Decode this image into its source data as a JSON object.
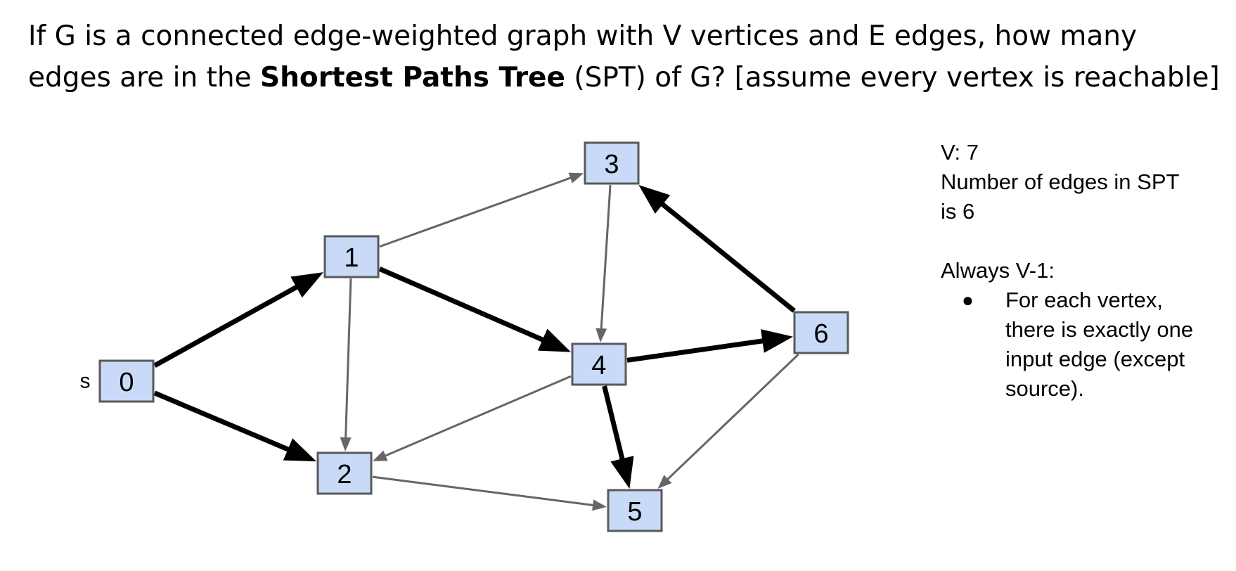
{
  "question": {
    "before": "If G is a connected edge-weighted graph with V vertices and E edges, how many edges are in the ",
    "bold": "Shortest Paths Tree",
    "after": " (SPT) of G? [assume every vertex is reachable]"
  },
  "graph": {
    "source_label": "s",
    "nodes": [
      {
        "id": "0",
        "label": "0"
      },
      {
        "id": "1",
        "label": "1"
      },
      {
        "id": "2",
        "label": "2"
      },
      {
        "id": "3",
        "label": "3"
      },
      {
        "id": "4",
        "label": "4"
      },
      {
        "id": "5",
        "label": "5"
      },
      {
        "id": "6",
        "label": "6"
      }
    ],
    "edges": [
      {
        "from": "0",
        "to": "1",
        "in_spt": true
      },
      {
        "from": "0",
        "to": "2",
        "in_spt": true
      },
      {
        "from": "1",
        "to": "3",
        "in_spt": false
      },
      {
        "from": "1",
        "to": "2",
        "in_spt": false
      },
      {
        "from": "1",
        "to": "4",
        "in_spt": true
      },
      {
        "from": "3",
        "to": "4",
        "in_spt": false
      },
      {
        "from": "4",
        "to": "2",
        "in_spt": false
      },
      {
        "from": "4",
        "to": "6",
        "in_spt": true
      },
      {
        "from": "4",
        "to": "5",
        "in_spt": true
      },
      {
        "from": "2",
        "to": "5",
        "in_spt": false
      },
      {
        "from": "6",
        "to": "3",
        "in_spt": true
      },
      {
        "from": "6",
        "to": "5",
        "in_spt": false
      }
    ],
    "colors": {
      "node_fill": "#c9daf8",
      "node_border": "#595959",
      "spt_edge": "#000000",
      "other_edge": "#666666"
    }
  },
  "notes": {
    "v_count": "V: 7",
    "edges_line1": "Number of edges in SPT",
    "edges_line2": "is 6",
    "always": "Always V-1:",
    "bullet_symbol": "●",
    "bullet_lines": [
      "For each vertex,",
      "there is exactly one",
      "input edge (except",
      "source)."
    ]
  }
}
